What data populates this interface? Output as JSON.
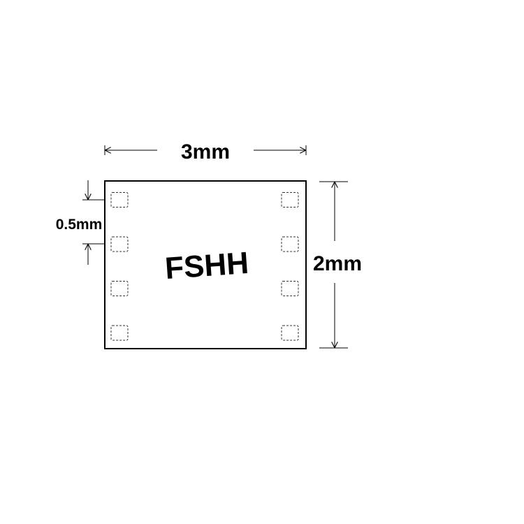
{
  "package": {
    "marking": "FSHH",
    "pads_per_side": 4
  },
  "dimensions": {
    "width_label": "3mm",
    "height_label": "2mm",
    "pitch_label": "0.5mm"
  },
  "colors": {
    "stroke": "#000000",
    "background": "#ffffff",
    "pad_stroke": "#333333"
  }
}
